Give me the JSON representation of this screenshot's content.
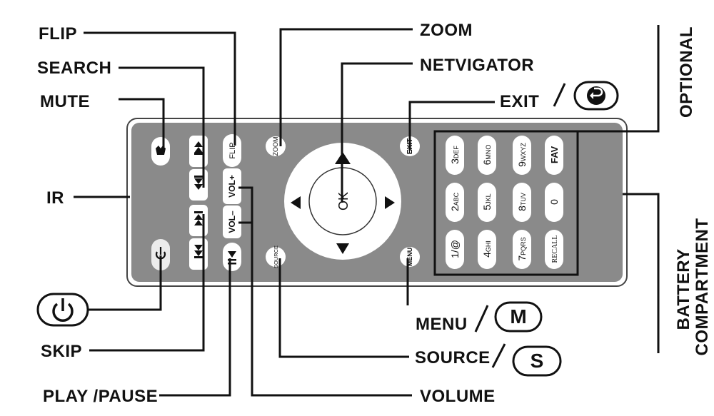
{
  "labels": {
    "flip": "FLIP",
    "search": "SEARCH",
    "mute": "MUTE",
    "ir": "IR",
    "skip": "SKIP",
    "play_pause": "PLAY /PAUSE",
    "zoom": "ZOOM",
    "netvigator": "NETVIGATOR",
    "exit": "EXIT",
    "menu": "MENU",
    "source": "SOURCE",
    "volume": "VOLUME",
    "optional": "OPTIONAL",
    "battery_line1": "BATTERY",
    "battery_line2": "COMPARTMENT",
    "menu_key": "M",
    "source_key": "S"
  },
  "remote": {
    "flip": "FLIP",
    "vol_plus": "VOL+",
    "vol_minus": "VOL–",
    "zoom": "ZOOM",
    "exit": "EXIT",
    "source": "SOURCE",
    "menu": "MENU",
    "ok": "OK",
    "keypad": [
      {
        "main": "3",
        "sub": "DEF"
      },
      {
        "main": "6",
        "sub": "MNO"
      },
      {
        "main": "9",
        "sub": "WXYZ"
      },
      {
        "main": "FAV",
        "sub": ""
      },
      {
        "main": "2",
        "sub": "ABC"
      },
      {
        "main": "5",
        "sub": "JKL"
      },
      {
        "main": "8",
        "sub": "TUV"
      },
      {
        "main": "0",
        "sub": ""
      },
      {
        "main": "1/@",
        "sub": ""
      },
      {
        "main": "4",
        "sub": "GHI"
      },
      {
        "main": "7",
        "sub": "PQRS"
      },
      {
        "main": "RECALL",
        "sub": ""
      }
    ]
  },
  "colors": {
    "body": "#8a8a8a",
    "outline": "#444444",
    "button": "#ffffff",
    "line": "#111111"
  }
}
